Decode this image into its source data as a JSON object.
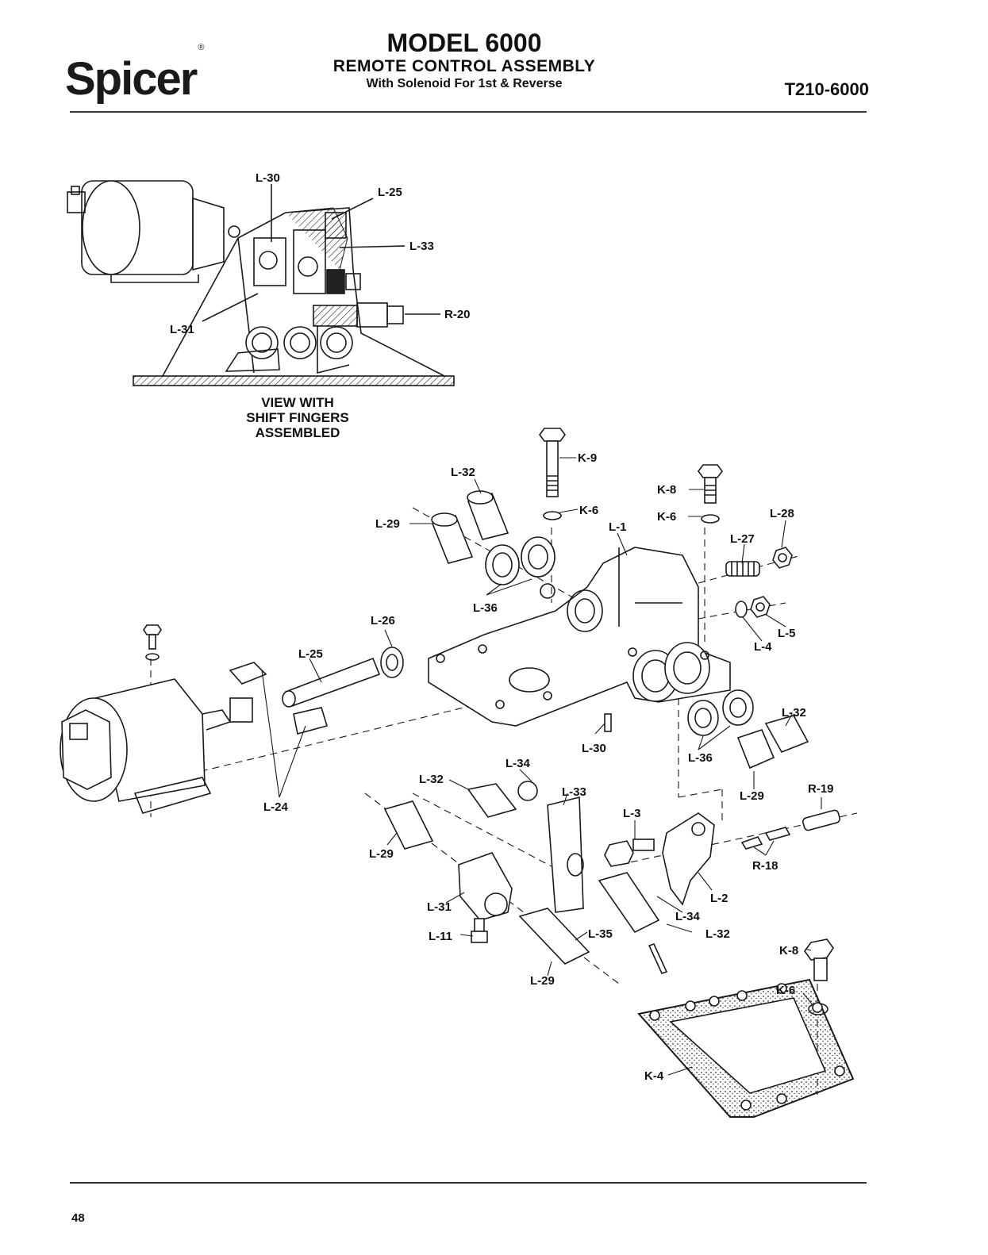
{
  "header": {
    "brand": "Spicer",
    "brand_mark": "®",
    "title": "MODEL 6000",
    "subtitle": "REMOTE CONTROL ASSEMBLY",
    "subtitle2": "With Solenoid For 1st & Reverse",
    "doc_code": "T210-6000"
  },
  "inset": {
    "caption_lines": [
      "VIEW WITH",
      "SHIFT FINGERS",
      "ASSEMBLED"
    ],
    "labels": [
      "L-30",
      "L-25",
      "L-33",
      "L-31",
      "R-20"
    ]
  },
  "callouts": [
    "K-9",
    "L-32",
    "K-8",
    "K-6",
    "K-6",
    "L-28",
    "L-29",
    "L-1",
    "L-27",
    "L-36",
    "L-26",
    "L-5",
    "L-4",
    "L-25",
    "L-32",
    "L-30",
    "L-36",
    "L-34",
    "L-32",
    "L-33",
    "L-29",
    "R-19",
    "L-3",
    "L-24",
    "L-29",
    "R-18",
    "L-31",
    "L-2",
    "L-34",
    "L-32",
    "L-11",
    "L-35",
    "K-8",
    "L-29",
    "K-6",
    "K-4"
  ],
  "footer": {
    "page_number": "48"
  }
}
